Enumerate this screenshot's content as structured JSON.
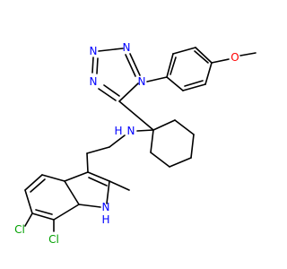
{
  "atoms": [
    {
      "id": "n_t1",
      "label": "N",
      "color": "#0000ff"
    },
    {
      "id": "n_t2",
      "label": "N",
      "color": "#0000ff"
    },
    {
      "id": "n_t3",
      "label": "N",
      "color": "#0000ff"
    },
    {
      "id": "n_t4",
      "label": "N",
      "color": "#0000ff"
    },
    {
      "id": "o_methoxy",
      "label": "O",
      "color": "#ff0000"
    },
    {
      "id": "n_amine",
      "label": "N",
      "color": "#0000ff"
    },
    {
      "id": "h_amine",
      "label": "H",
      "color": "#0000ff"
    },
    {
      "id": "cl_6",
      "label": "Cl",
      "color": "#00a000"
    },
    {
      "id": "cl_7",
      "label": "Cl",
      "color": "#00a000"
    },
    {
      "id": "n_indole",
      "label": "N",
      "color": "#0000ff"
    },
    {
      "id": "h_indole",
      "label": "H",
      "color": "#0000ff"
    }
  ]
}
